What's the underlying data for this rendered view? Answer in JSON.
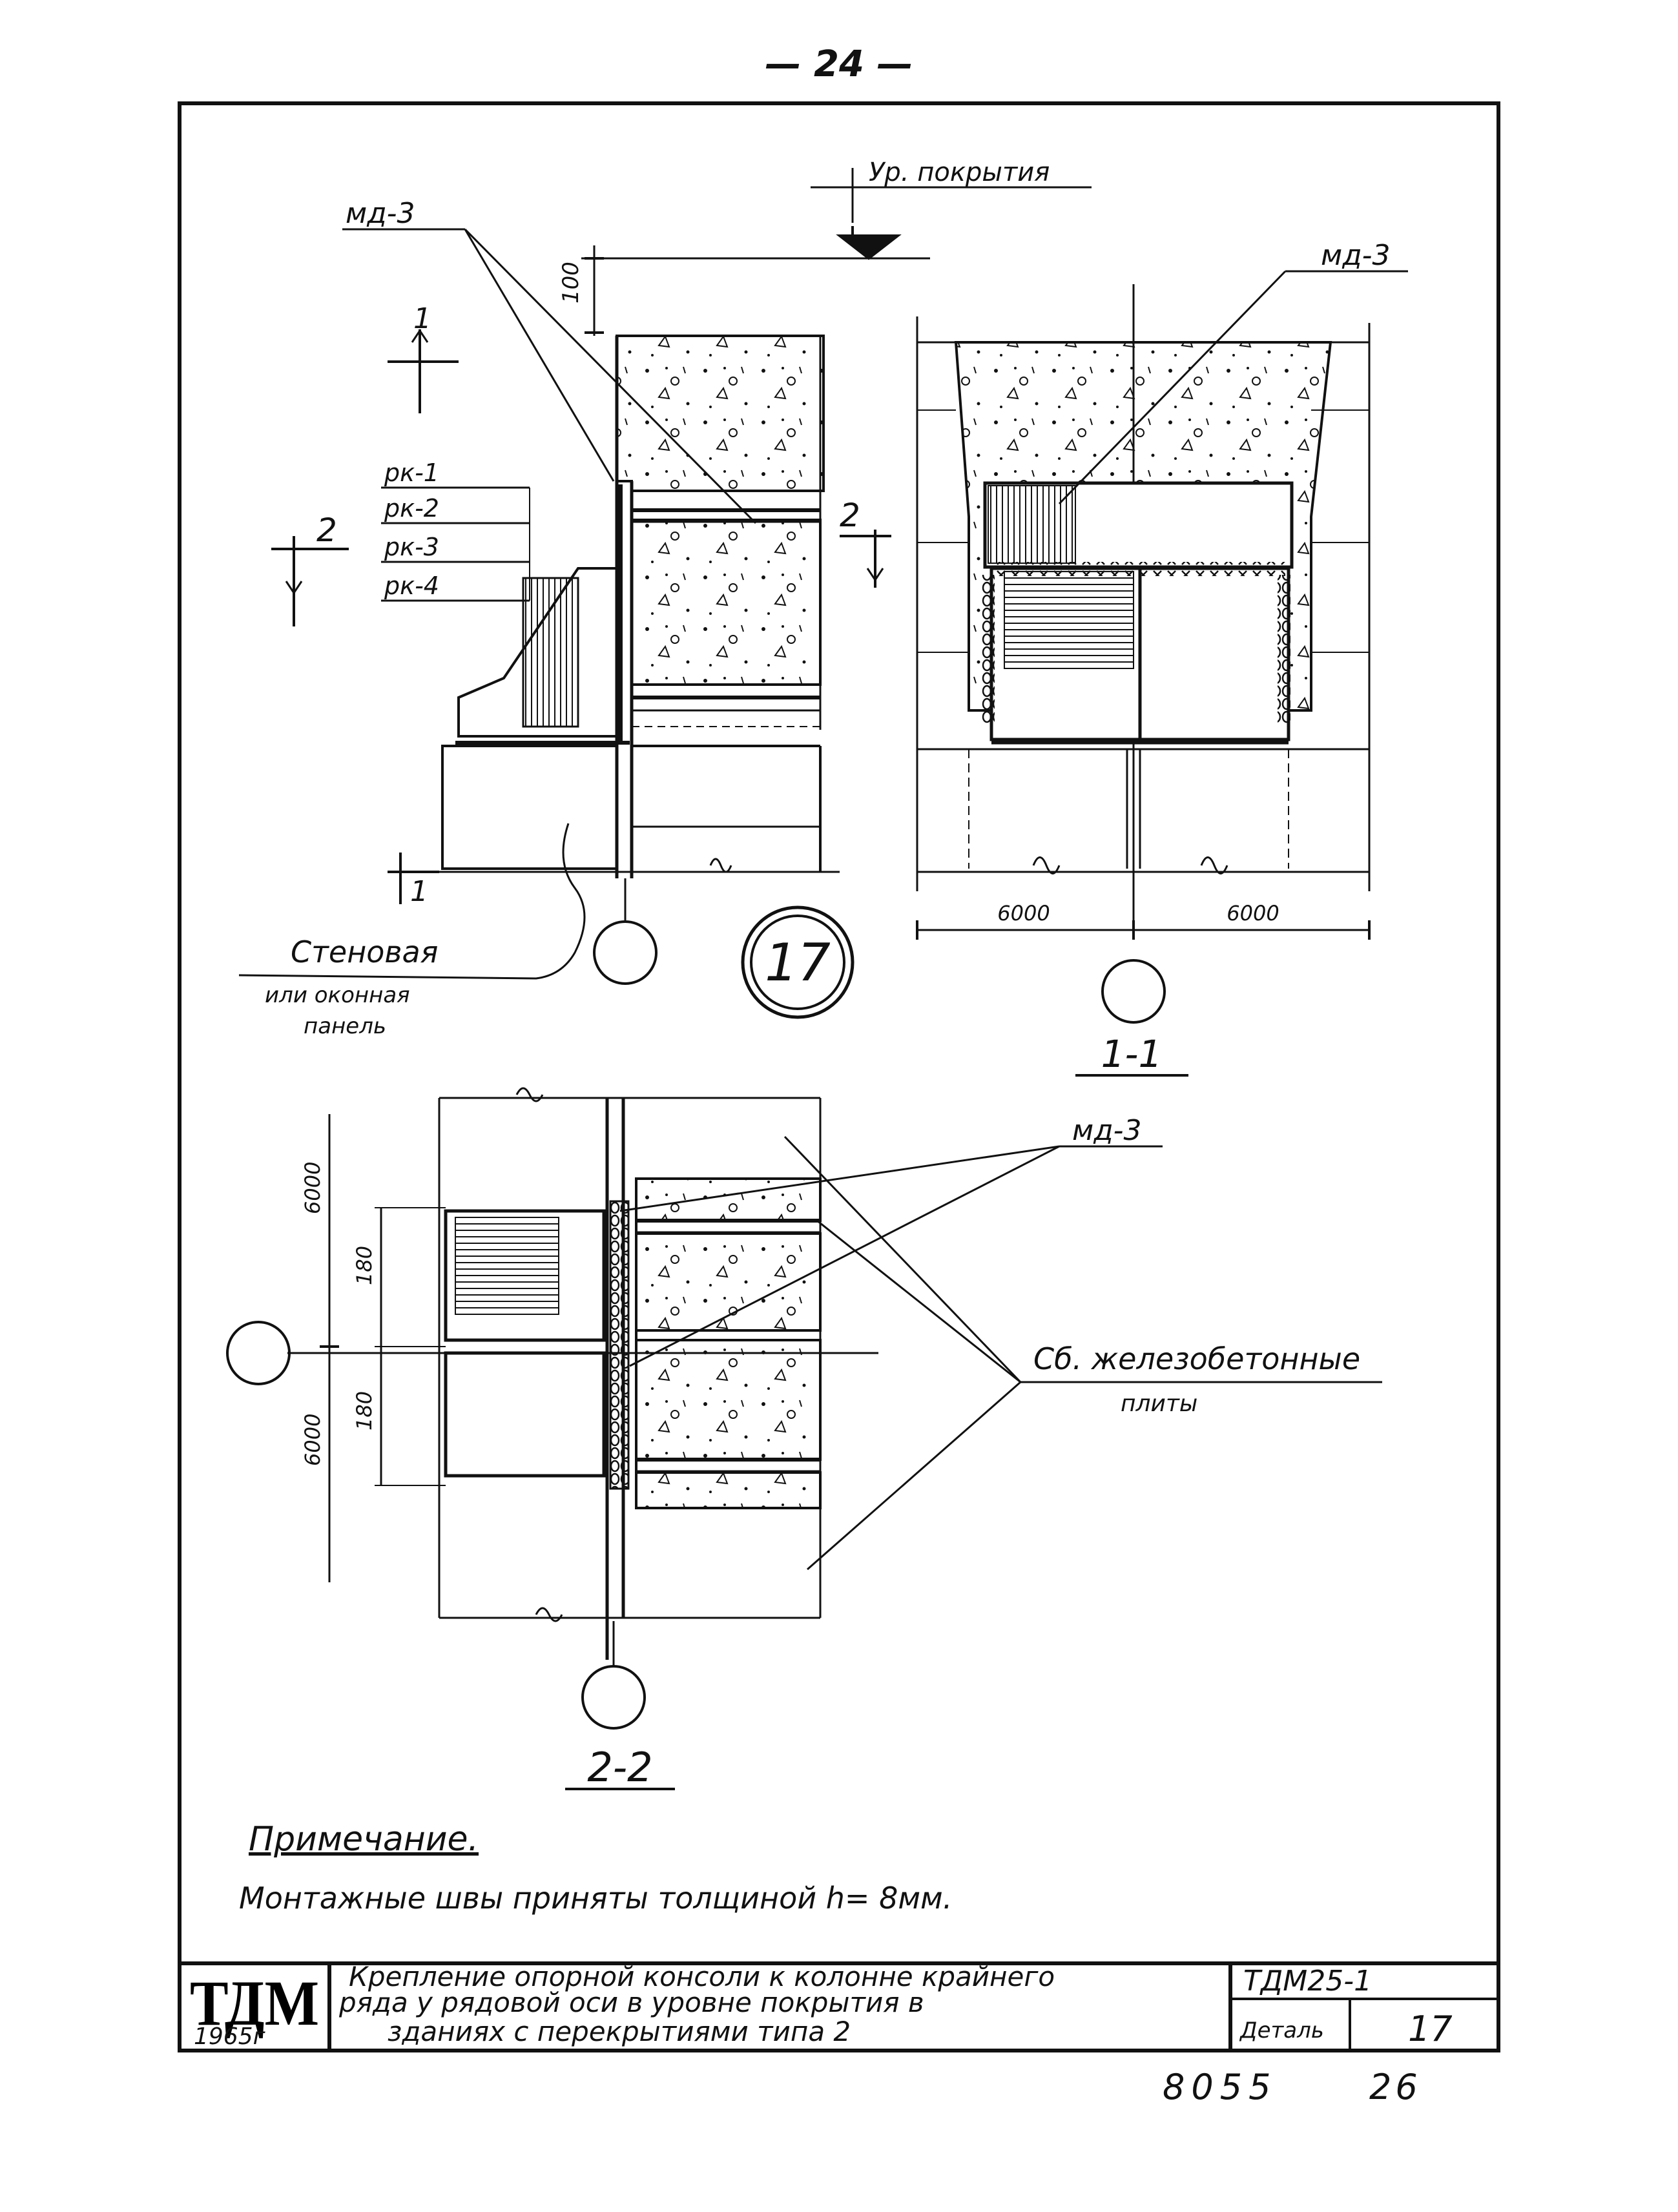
{
  "page_number": "— 24 —",
  "detail_number": "17",
  "elevation": {
    "level_label": "Ур. покрытия",
    "dim_100": "100",
    "md_label": "мд-3",
    "section_mark_1": "1",
    "section_mark_2": "2",
    "rk_labels": [
      "рк-1",
      "рк-2",
      "рк-3",
      "рк-4"
    ],
    "wall_panel_label": [
      "Стеновая",
      "или оконная",
      "панель"
    ]
  },
  "section_1_1": {
    "title": "1-1",
    "md_label": "мд-3",
    "dims": [
      "6000",
      "6000"
    ]
  },
  "section_2_2": {
    "title": "2-2",
    "md_label": "мд-3",
    "dims_outer": [
      "6000",
      "6000"
    ],
    "dims_inner": [
      "180",
      "180"
    ],
    "slab_label": [
      "Сб. железобетонные",
      "плиты"
    ]
  },
  "note": {
    "heading": "Примечание.",
    "text": "Монтажные швы приняты толщиной h= 8мм."
  },
  "title_block": {
    "logo": "ТДМ",
    "year": "1965г",
    "description": [
      "Крепление опорной консоли к колонне крайнего",
      "ряда у рядовой оси в уровне покрытия в",
      "зданиях с перекрытиями типа 2"
    ],
    "code": "ТДМ25-1",
    "detail_label": "Деталь",
    "detail_number": "17"
  },
  "footer": {
    "sheet_code": "8055",
    "sheet_number": "26"
  }
}
